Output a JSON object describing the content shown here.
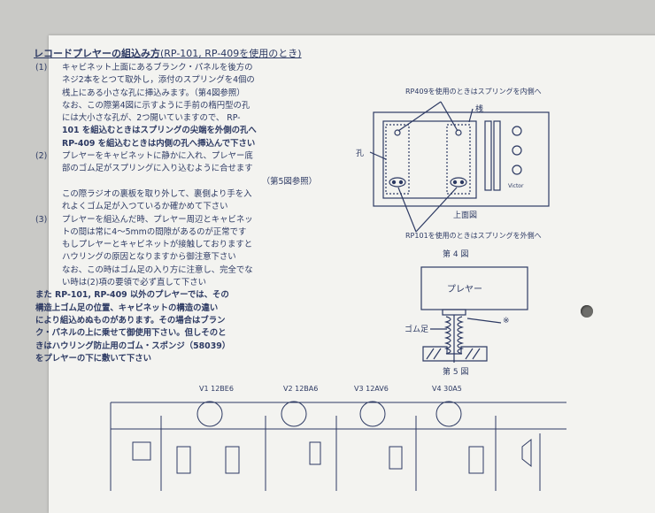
{
  "section": {
    "title": "レコードプレヤーの組込み方",
    "subtitle": "(RP-101, RP-409を使用のとき)"
  },
  "body_lines": [
    {
      "num": "(1)",
      "text": "キャビネット上面にあるブランク・パネルを後方の"
    },
    {
      "num": "",
      "text": "ネジ2本をとつて取外し，添付のスプリングを4個の"
    },
    {
      "num": "",
      "text": "桟上にある小さな孔に挿込みます。（第4図参照）"
    },
    {
      "num": "",
      "text": "なお、この際第4図に示すように手前の楕円型の孔"
    },
    {
      "num": "",
      "text": "には大小さな孔が、2つ開いていますので、  RP-"
    },
    {
      "num": "",
      "text": "101 を組込むときはスプリングの尖端を外側の孔へ",
      "bold": true
    },
    {
      "num": "",
      "text": "RP-409 を組込むときは内側の孔へ挿込んで下さい",
      "bold": true
    },
    {
      "num": "(2)",
      "text": "プレヤーをキャビネットに静かに入れ、プレヤー底"
    },
    {
      "num": "",
      "text": "部のゴム足がスプリングに入り込むように合せます"
    },
    {
      "num": "",
      "text": "（第5図参照）",
      "right": true
    },
    {
      "num": "",
      "text": "この際ラジオの裏板を取り外して、裏側より手を入"
    },
    {
      "num": "",
      "text": "れよくゴム足が入つているか確かめて下さい"
    },
    {
      "num": "(3)",
      "text": "プレヤーを組込んだ時、プレヤー周辺とキャビネッ"
    },
    {
      "num": "",
      "text": "トの間は常に4〜5mmの間隙があるのが正常です"
    },
    {
      "num": "",
      "text": "もしプレヤーとキャビネットが接触しておりますと"
    },
    {
      "num": "",
      "text": "ハウリングの原因となりますから御注意下さい"
    },
    {
      "num": "",
      "text": "なお、この時はゴム足の入り方に注意し、完全でな"
    },
    {
      "num": "",
      "text": "い時は(2)項の要領で必ず直して下さい"
    },
    {
      "num": "",
      "text": "また RP-101, RP-409 以外のプレヤーでは、その",
      "bold": true,
      "flush": true
    },
    {
      "num": "",
      "text": "構造上ゴム足の位置、キャビネットの構造の違い",
      "bold": true,
      "flush": true
    },
    {
      "num": "",
      "text": "により組込めぬものがあります。その場合はブラン",
      "bold": true,
      "flush": true
    },
    {
      "num": "",
      "text": "ク・パネルの上に乗せて御使用下さい。但しそのと",
      "bold": true,
      "flush": true
    },
    {
      "num": "",
      "text": "きはハウリング防止用のゴム・スポンジ（58039）",
      "bold": true,
      "flush": true
    },
    {
      "num": "",
      "text": "をプレヤーの下に敷いて下さい",
      "bold": true,
      "flush": true
    }
  ],
  "fig4": {
    "note_top": "RP409を使用のときはスプリングを内側へ",
    "label_bar": "桟",
    "label_hole": "孔",
    "view_label": "上面図",
    "note_bottom": "RP101を使用のときはスプリングを外側へ",
    "caption": "第 4 図",
    "brand": "Victor"
  },
  "fig5": {
    "player_label": "プレヤー",
    "rubber_label": "ゴム足",
    "mark": "※",
    "caption": "第 5 図"
  },
  "schematic": {
    "tubes": [
      "V1 12BE6",
      "V2 12BA6",
      "V3 12AV6",
      "V4 30A5"
    ]
  }
}
